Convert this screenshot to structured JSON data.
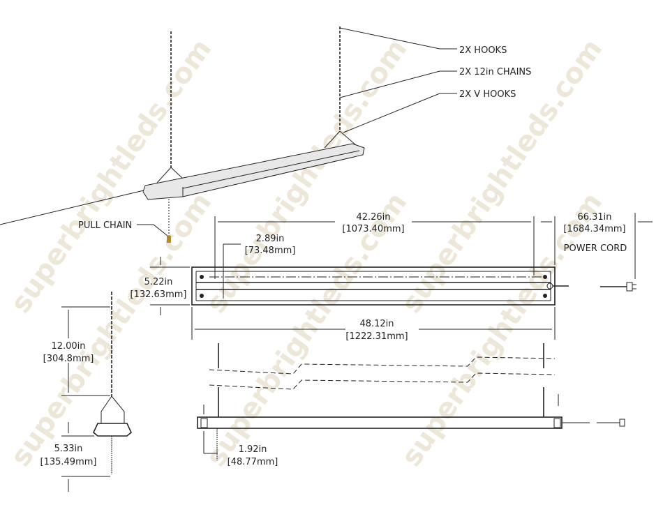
{
  "watermark": "superbrightleds.com",
  "callouts": {
    "hooks": "2X HOOKS",
    "chains": "2X 12in CHAINS",
    "v_hooks": "2X V HOOKS",
    "pull_chain": "PULL CHAIN",
    "power_cord": "POWER CORD"
  },
  "dimensions": {
    "mount_spacing": {
      "in": "42.26in",
      "mm": "[1073.40mm]"
    },
    "cord_length": {
      "in": "66.31in",
      "mm": "[1684.34mm]"
    },
    "end_offset": {
      "in": "2.89in",
      "mm": "[73.48mm]"
    },
    "width": {
      "in": "5.22in",
      "mm": "[132.63mm]"
    },
    "length": {
      "in": "48.12in",
      "mm": "[1222.31mm]"
    },
    "chain_length": {
      "in": "12.00in",
      "mm": "[304.8mm]"
    },
    "pull_chain_length": {
      "in": "5.33in",
      "mm": "[135.49mm]"
    },
    "height": {
      "in": "1.92in",
      "mm": "[48.77mm]"
    }
  }
}
